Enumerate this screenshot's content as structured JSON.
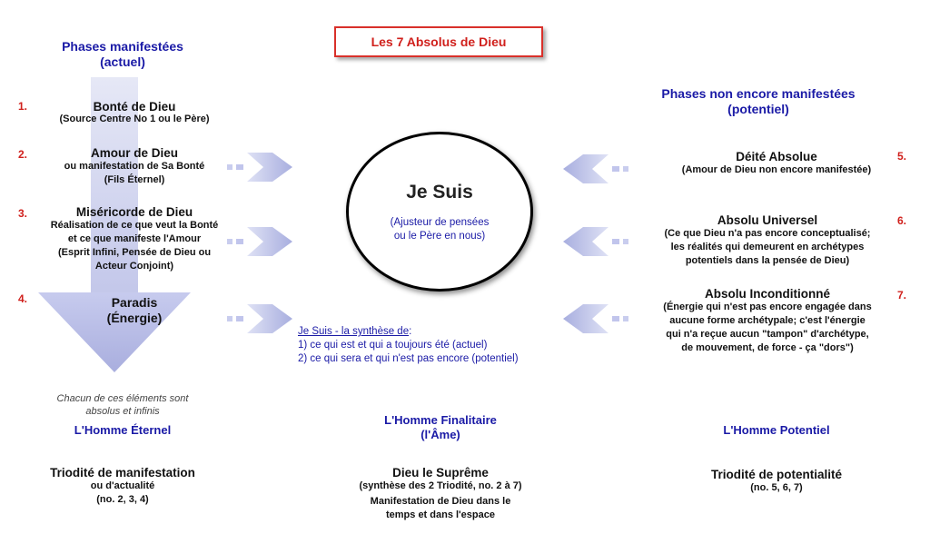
{
  "title": "Les 7 Absolus de Dieu",
  "left_header": {
    "line1": "Phases manifestées",
    "line2": "(actuel)"
  },
  "right_header": {
    "line1": "Phases non encore manifestées",
    "line2": "(potentiel)"
  },
  "left_items": [
    {
      "num": "1.",
      "name": "Bonté de Dieu",
      "desc": [
        "(Source Centre No 1 ou le Père)"
      ]
    },
    {
      "num": "2.",
      "name": "Amour de Dieu",
      "desc": [
        "ou manifestation de Sa Bonté",
        "(Fils Éternel)"
      ]
    },
    {
      "num": "3.",
      "name": "Miséricorde de Dieu",
      "desc": [
        "Réalisation de ce que veut la Bonté",
        "et ce que manifeste l'Amour",
        "(Esprit Infini, Pensée de Dieu ou",
        "Acteur Conjoint)"
      ]
    },
    {
      "num": "4.",
      "name": "Paradis",
      "desc": [
        "(Énergie)"
      ]
    }
  ],
  "right_items": [
    {
      "num": "5.",
      "name": "Déité Absolue",
      "desc": [
        "(Amour de Dieu non encore manifestée)"
      ]
    },
    {
      "num": "6.",
      "name": "Absolu Universel",
      "desc": [
        "(Ce que Dieu n'a pas encore conceptualisé;",
        "les réalités qui demeurent en archétypes",
        "potentiels dans la pensée de Dieu)"
      ]
    },
    {
      "num": "7.",
      "name": "Absolu Inconditionné",
      "desc": [
        "(Énergie qui n'est pas encore engagée dans",
        "aucune forme archétypale; c'est l'énergie",
        "qui n'a reçue aucun \"tampon\" d'archétype,",
        "de mouvement, de force - ça \"dors\")"
      ]
    }
  ],
  "center": {
    "title": "Je Suis",
    "sub1": "(Ajusteur de pensées",
    "sub2": "ou le Père en nous)"
  },
  "synthesis": {
    "label": "Je Suis - la synthèse de",
    "colon": ":",
    "line1": "1) ce qui est et qui a toujours été (actuel)",
    "line2": "2) ce qui sera et qui n'est pas encore (potentiel)"
  },
  "note": {
    "line1": "Chacun de ces éléments sont",
    "line2": "absolus et infinis"
  },
  "bottom": {
    "left": {
      "heading": "L'Homme Éternel",
      "name": "Triodité de manifestation",
      "l1": "ou d'actualité",
      "l2": "(no. 2, 3, 4)"
    },
    "center": {
      "heading1": "L'Homme Finalitaire",
      "heading2": "(l'Âme)",
      "name": "Dieu le Suprême",
      "l1": "(synthèse des 2 Triodité, no. 2 à 7)",
      "l2": "Manifestation de Dieu dans le",
      "l3": "temps et dans l'espace"
    },
    "right": {
      "heading": "L'Homme Potentiel",
      "name": "Triodité de potentialité",
      "l1": "(no. 5, 6, 7)"
    }
  },
  "colors": {
    "accent_blue": "#1a1aa6",
    "accent_red": "#d0201c",
    "arrow": "#b8bde6"
  }
}
